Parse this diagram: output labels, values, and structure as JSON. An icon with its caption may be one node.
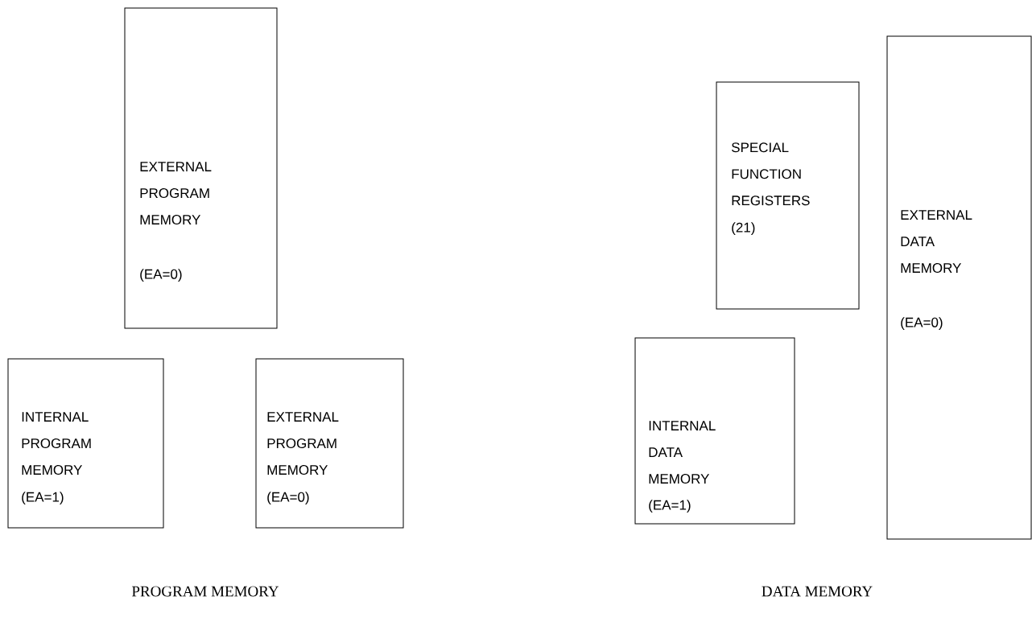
{
  "diagram": {
    "nodes": [
      {
        "text": [
          "EXTERNAL PROGRAM MEMORY",
          "(EA=0)"
        ]
      },
      {
        "text": [
          "INTERNAL PROGRAM MEMORY",
          "(EA=1)"
        ]
      },
      {
        "text": [
          "EXTERNAL PROGRAM MEMORY",
          "(EA=0)"
        ]
      },
      {
        "text": [
          "SPECIAL FUNCTION REGISTERS",
          "(21)"
        ]
      },
      {
        "text": [
          "INTERNAL DATA MEMORY",
          "(EA=1)"
        ]
      },
      {
        "text": [
          "EXTERNAL DATA MEMORY",
          "(EA=0)"
        ]
      }
    ],
    "labels": [
      "PROGRAM MEMORY",
      "DATA MEMORY"
    ]
  }
}
